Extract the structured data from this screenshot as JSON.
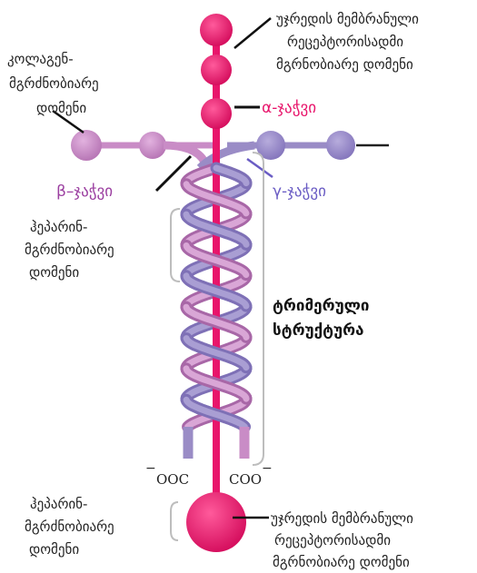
{
  "labels": {
    "top_receptor": [
      "უჯრედის მემბრანული",
      "რეცეპტორისადმი",
      "მგრნობიარე დომენი"
    ],
    "collagen": [
      "კოლაგენ-",
      "მგრძნობიარე",
      "დომენი"
    ],
    "alpha": "α-ჯაჭვი",
    "beta": "β–ჯაჭვი",
    "gamma": "γ-ჯაჭვი",
    "heparin_top": [
      "ჰეპარინ-",
      "მგრძნობიარე",
      "დომენი"
    ],
    "trimer": [
      "ტრიმერული",
      "სტრუქტურა"
    ],
    "terminal_left": "OOC",
    "terminal_left_sign": "−",
    "terminal_right": "COO",
    "terminal_right_sign": "−",
    "heparin_bottom": [
      "ჰეპარინ-",
      "მგრძნობიარე",
      "დომენი"
    ],
    "bottom_receptor": [
      "უჯრედის მემბრანული",
      "რეცეპტორისადმი",
      "მგრნობიარე დომენი"
    ]
  },
  "colors": {
    "alpha_chain": "#e8156b",
    "beta_chain": "#c98cc6",
    "beta_chain_dark": "#a761a6",
    "gamma_chain": "#9a8cc6",
    "gamma_chain_dark": "#6f5fa8",
    "alpha_text": "#e8156b",
    "beta_text": "#9b3fa0",
    "gamma_text": "#6a5cc4",
    "bracket": "#bdbdbd"
  }
}
